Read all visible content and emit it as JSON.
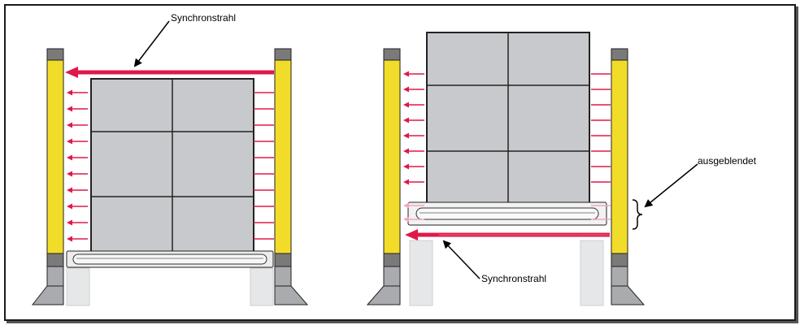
{
  "labels": {
    "sync_left": "Synchronstrahl",
    "sync_right": "Synchronstrahl",
    "blanked": "ausgeblendet"
  },
  "colors": {
    "beam": "#e0184a",
    "beam_faint": "#f4a6b8",
    "sensor_yellow": "#f2dc2a",
    "sensor_cap": "#7a7a7a",
    "box_fill": "#c8c9cc",
    "base_grey": "#a9abae",
    "support_grey": "#e6e7e8",
    "outline": "#222222"
  },
  "icons": [
    "arrow-left-icon",
    "curly-brace-icon"
  ]
}
